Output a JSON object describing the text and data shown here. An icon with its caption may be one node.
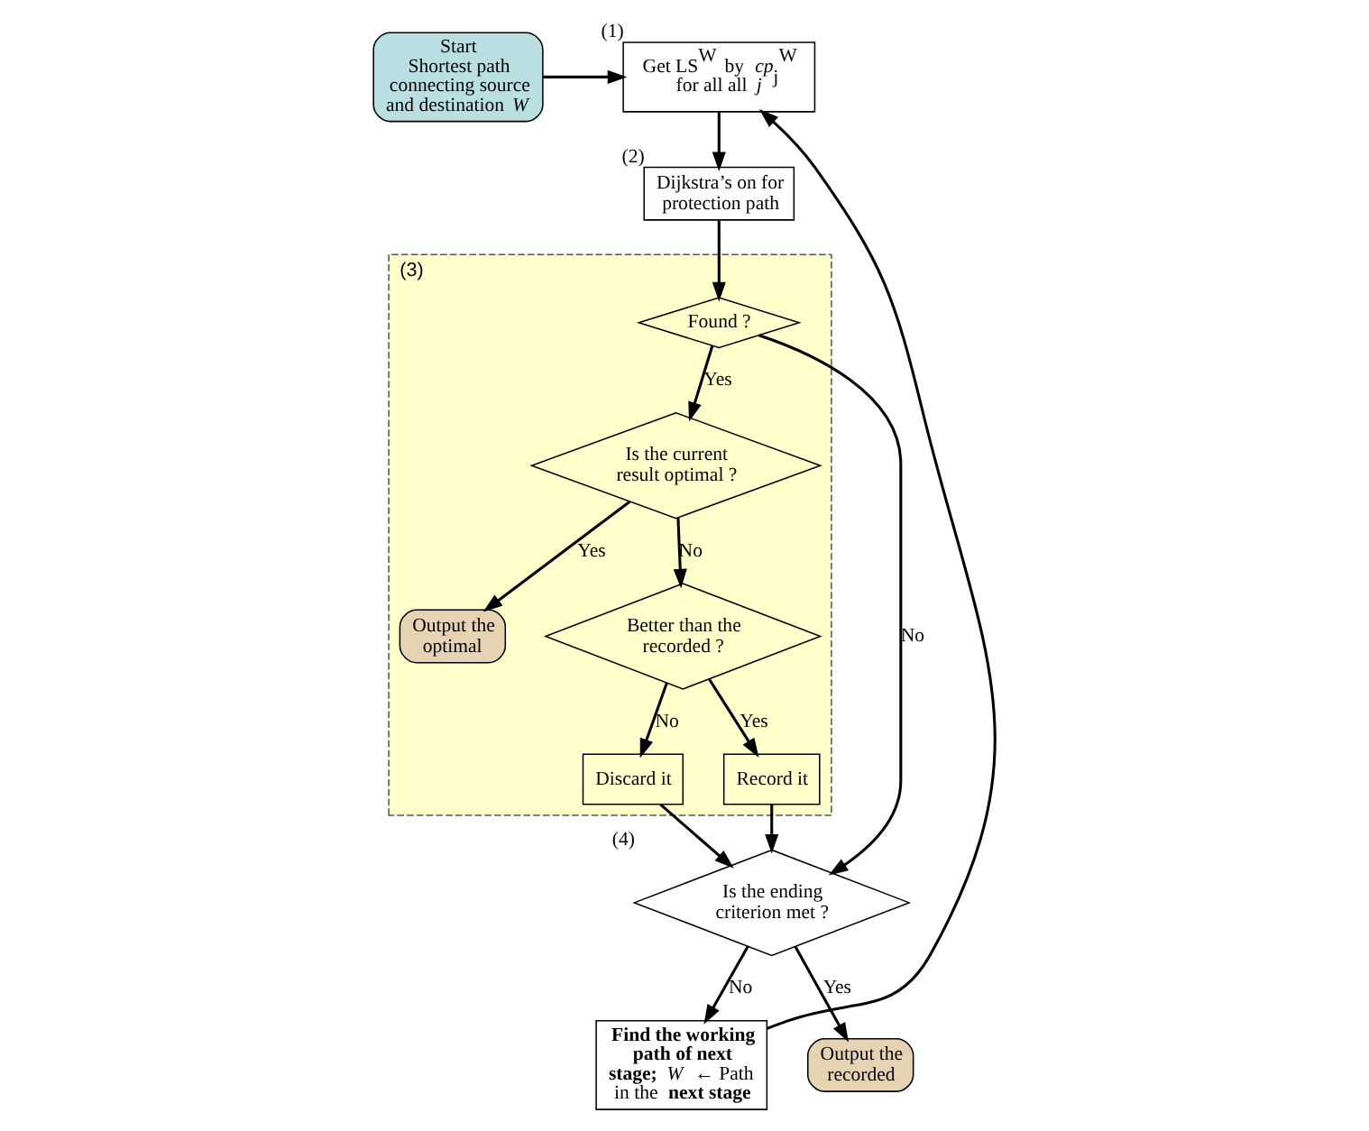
{
  "diagram": {
    "nodes": [
      {
        "text": [
          "(3)"
        ]
      },
      {
        "text": [
          "Dijkstra’s on for protection path"
        ],
        "beside": [
          "(2)"
        ]
      },
      {
        "text": [
          "Found ?"
        ],
        "in": 0
      },
      {
        "text": [
          "Output the optimal"
        ],
        "in": 0
      },
      {
        "text": [
          "Is the current result optimal ?"
        ],
        "in": 0
      },
      {
        "text": [
          "Better than the recorded ?"
        ],
        "in": 0
      },
      {
        "text": [
          "Discard it"
        ],
        "in": 0
      },
      {
        "text": [
          "Record it"
        ],
        "in": 0
      },
      {
        "text": [
          "Get LS$^{W}$ by *cp*$_{j}$$^{W}$ for all all *j*"
        ],
        "beside": [
          "(1)"
        ]
      },
      {
        "text": [
          "Start",
          "Shortest path connecting source and destination *W*"
        ]
      },
      {
        "text": [
          "**Find the working path of next stage;** *W* ← Path in the **next stage**"
        ]
      },
      {
        "text": [
          "Is the ending criterion met ?"
        ],
        "beside": [
          "(4)"
        ]
      },
      {
        "text": [
          "Output the recorded"
        ]
      }
    ],
    "edges": [
      {
        "from": 9,
        "to": 8,
        "arrow": "to"
      },
      {
        "from": 8,
        "to": 1,
        "arrow": "to"
      },
      {
        "from": 1,
        "to": 2,
        "arrow": "to"
      },
      {
        "from": 2,
        "to": 11,
        "arrow": "to",
        "label": "No"
      },
      {
        "from": 2,
        "to": 4,
        "arrow": "to",
        "label": "Yes"
      },
      {
        "from": 4,
        "to": 3,
        "arrow": "to",
        "label": "Yes"
      },
      {
        "from": 4,
        "to": 5,
        "arrow": "to",
        "label": "No"
      },
      {
        "from": 5,
        "to": 6,
        "arrow": "to",
        "label": "No"
      },
      {
        "from": 5,
        "to": 7,
        "arrow": "to",
        "label": "Yes"
      },
      {
        "from": 6,
        "to": 11,
        "arrow": "to"
      },
      {
        "from": 7,
        "to": 11,
        "arrow": "to"
      },
      {
        "from": 11,
        "to": 12,
        "arrow": "to",
        "label": "Yes"
      },
      {
        "from": 11,
        "to": 10,
        "arrow": "to",
        "label": "No"
      },
      {
        "from": 10,
        "to": 8,
        "arrow": "to"
      }
    ]
  }
}
